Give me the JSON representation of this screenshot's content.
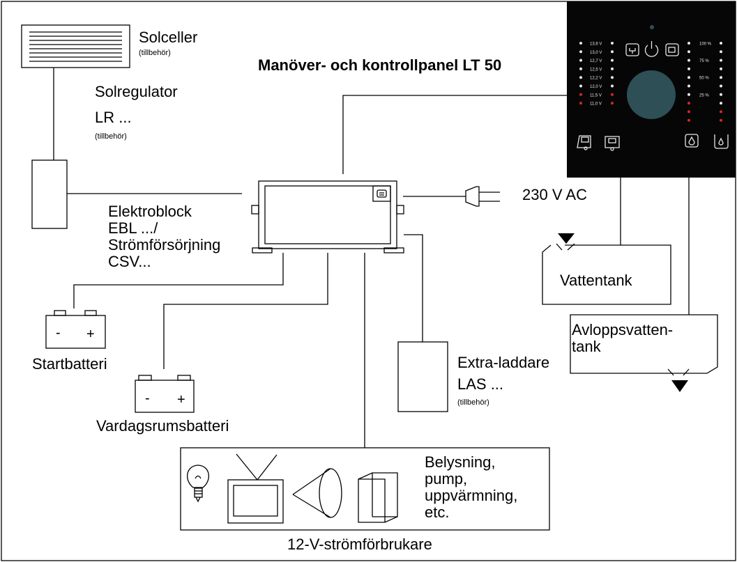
{
  "solar": {
    "title": "Solceller",
    "note": "(tillbehör)"
  },
  "regulator": {
    "line1": "Solregulator",
    "line2": "LR ...",
    "note": "(tillbehör)"
  },
  "panel": {
    "title": "Manöver- och kontrollpanel LT 50",
    "voltages": [
      "13,6 V",
      "13,0 V",
      "12,7 V",
      "12,5 V",
      "12,2 V",
      "12,0 V",
      "11,5 V",
      "11,0 V"
    ],
    "percents": [
      "100 %",
      "75 %",
      "50 %",
      "25 %"
    ],
    "colors": {
      "face": "#060606",
      "knob": "#2d4f55",
      "led_on": "#e8e8e8",
      "led_red": "#d42b1e"
    }
  },
  "power": {
    "label": "230 V AC"
  },
  "eblock": {
    "label": "Elektroblock\nEBL .../\nStrömförsörjning\nCSV..."
  },
  "water": {
    "label": "Vattentank"
  },
  "waste": {
    "label": "Avloppsvatten-\ntank"
  },
  "start_battery": {
    "label": "Startbatteri",
    "minus": "-",
    "plus": "+"
  },
  "living_battery": {
    "label": "Vardagsrumsbatteri",
    "minus": "-",
    "plus": "+"
  },
  "charger": {
    "line1": "Extra-laddare",
    "line2": "LAS ...",
    "note": "(tillbehör)"
  },
  "consumers": {
    "items": "Belysning,\npump,\nuppvärmning,\netc.",
    "caption": "12-V-strömförbrukare"
  }
}
